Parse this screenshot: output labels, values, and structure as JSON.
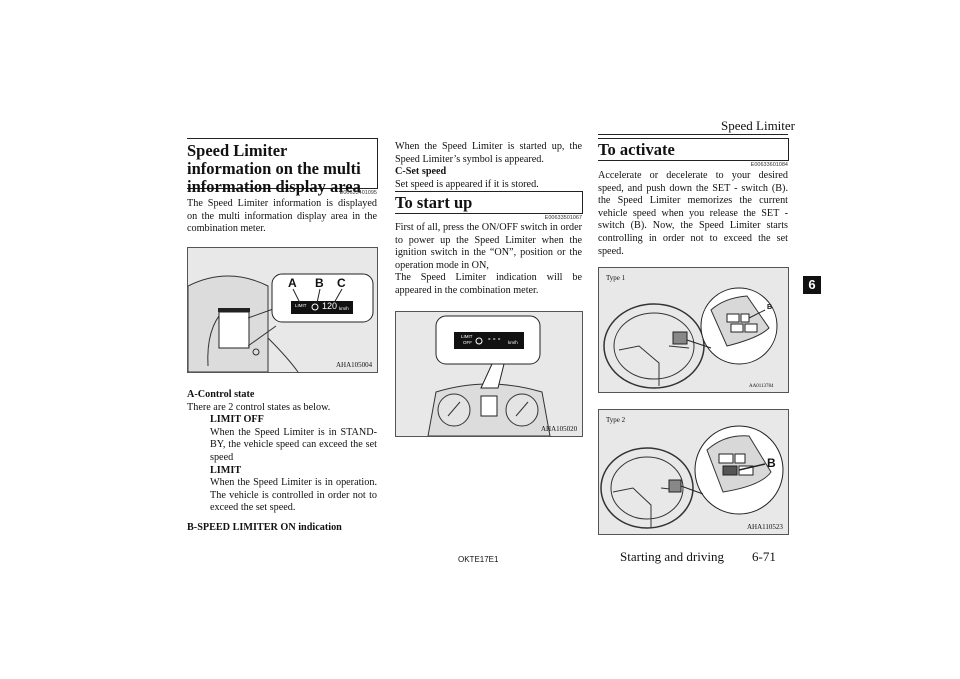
{
  "header": {
    "chapter": "Speed Limiter"
  },
  "side_tab": {
    "number": "6"
  },
  "col1": {
    "title": "Speed Limiter information on the multi information display area",
    "code": "E00633401095",
    "intro": "The Speed Limiter information is displayed on the multi information display area in the combination meter.",
    "figure": {
      "callouts": [
        "A",
        "B",
        "C"
      ],
      "display_text": "LIMIT",
      "display_value": "120",
      "display_unit": "km/h",
      "label": "AHA105004"
    },
    "a_heading": "A-Control state",
    "a_text": "There are 2 control states as below.",
    "limit_off_heading": "LIMIT OFF",
    "limit_off_text": "When the Speed Limiter is in STAND-BY, the vehicle speed can exceed the set speed",
    "limit_heading": "LIMIT",
    "limit_text": "When the Speed Limiter is in operation. The vehicle is controlled in order not to exceed the set speed.",
    "b_heading": "B-SPEED LIMITER ON indication"
  },
  "col2": {
    "text1": "When the Speed Limiter is started up, the Speed Limiter’s symbol is appeared.",
    "c_heading": "C-Set speed",
    "c_text": "Set speed is appeared if it is stored.",
    "title": "To start up",
    "code": "E00633501067",
    "text2": "First of all, press the ON/OFF switch in order to power up the Speed Limiter when the ignition switch in the “ON”, position or the operation mode in ON,",
    "text3": "The Speed Limiter indication will be appeared in the combination meter.",
    "figure": {
      "display_line1": "LIMIT",
      "display_line2": "OFF",
      "display_dashes": "- - -",
      "display_unit": "km/h",
      "label": "AHA105020"
    }
  },
  "col3": {
    "title": "To activate",
    "code": "E00633601084",
    "text": "Accelerate or decelerate to your desired speed, and push down the SET - switch (B). the Speed Limiter memorizes the current vehicle speed when you release the SET - switch (B). Now, the Speed Limiter starts controlling in order not to exceed the set speed.",
    "figure1": {
      "type": "Type 1",
      "callout": "B",
      "label": "AA0113784"
    },
    "figure2": {
      "type": "Type 2",
      "callout": "B",
      "label": "AHA110523"
    }
  },
  "footer": {
    "code": "OKTE17E1",
    "section": "Starting and driving",
    "page": "6-71"
  }
}
